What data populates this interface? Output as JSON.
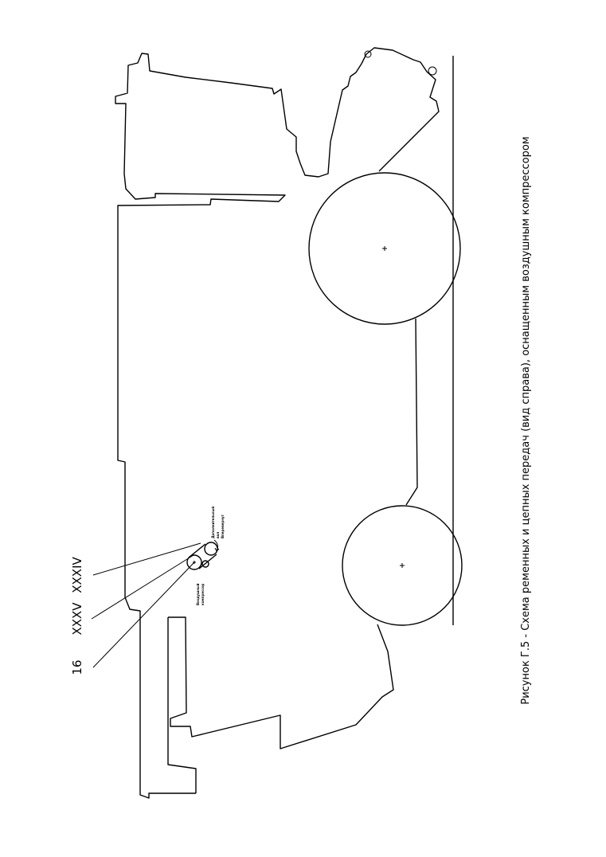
{
  "caption": "Рисунок Г.5 - Схема ременных и цепных передач (вид справа), оснащенным воздушным компрессором",
  "callouts": {
    "c1": "16",
    "c2": "XXXV",
    "c3": "XXXIV"
  },
  "component_labels": {
    "compressor_line1": "Воздушный",
    "compressor_line2": "компрессор",
    "shaft_line1": "Дополнительный",
    "shaft_line2": "вал",
    "shaft_line3": "Вперевернут"
  }
}
